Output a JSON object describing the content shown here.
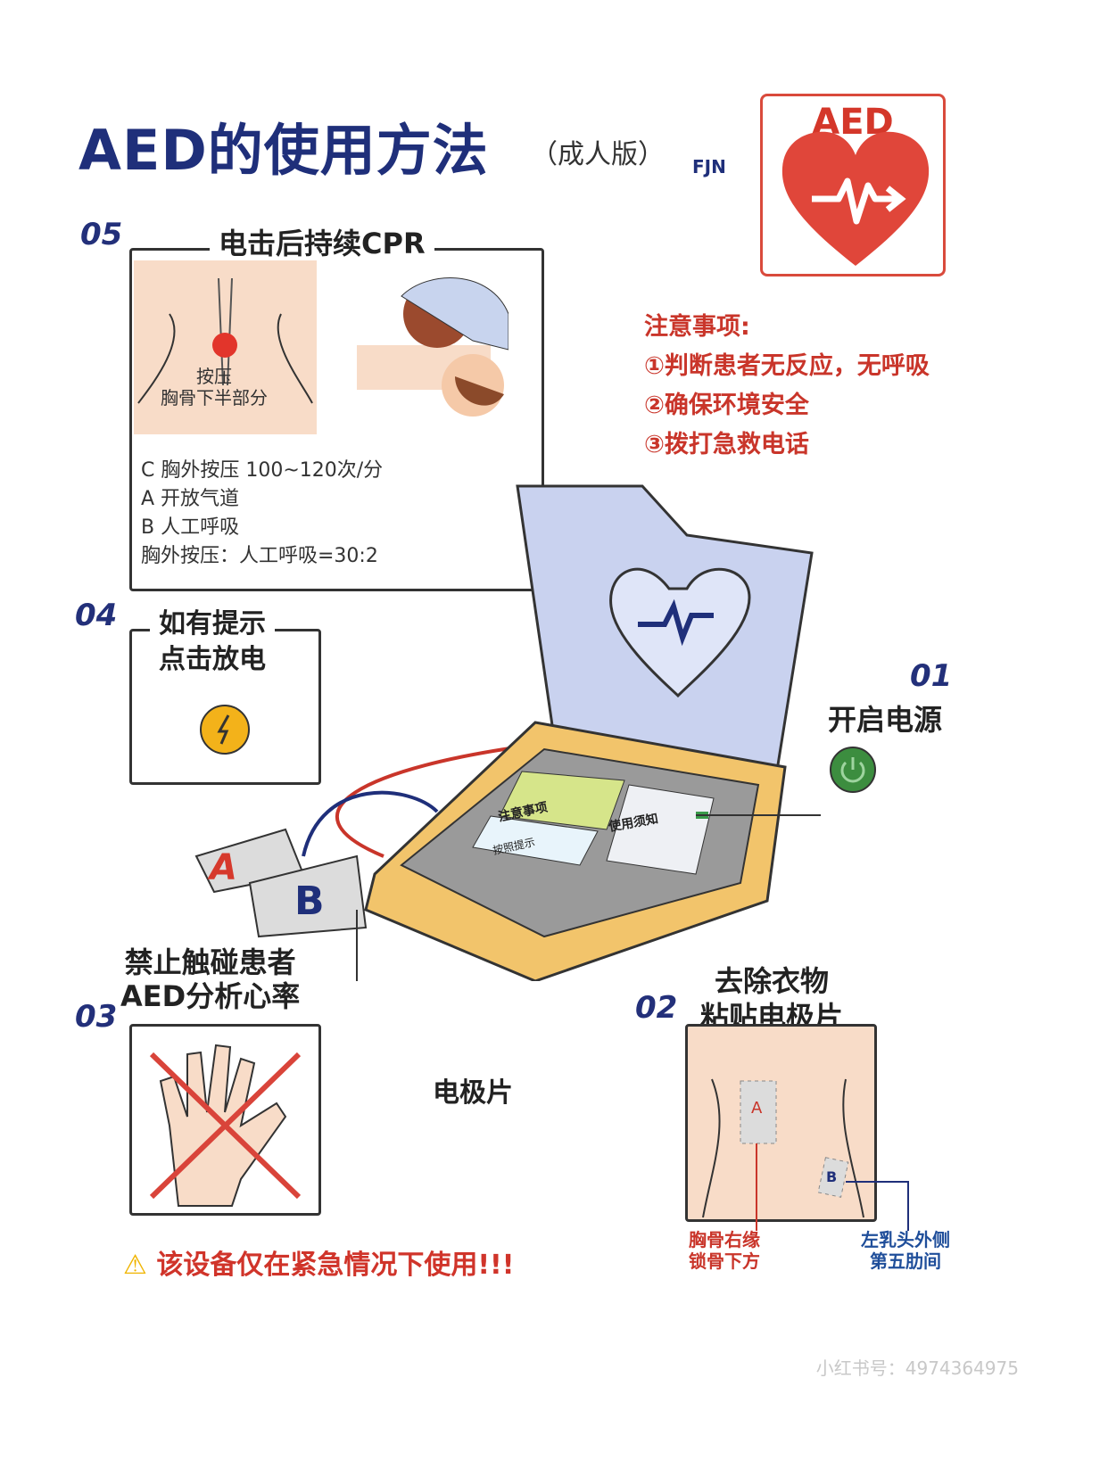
{
  "title": "AED的使用方法",
  "subtitle": "（成人版）",
  "brand": "FJN",
  "logo": {
    "text": "AED",
    "color": "#d4372a"
  },
  "notes": {
    "heading": "注意事项:",
    "items": [
      "①判断患者无反应，无呼吸",
      "②确保环境安全",
      "③拨打急救电话"
    ]
  },
  "steps": {
    "s1": {
      "num": "01",
      "label": "开启电源"
    },
    "s2": {
      "num": "02",
      "label_line1": "去除衣物",
      "label_line2": "粘贴电极片",
      "pad_a": "A",
      "pad_b": "B",
      "pos_a_line1": "胸骨右缘",
      "pos_a_line2": "锁骨下方",
      "pos_b_line1": "左乳头外侧",
      "pos_b_line2": "第五肋间"
    },
    "s3": {
      "num": "03",
      "label_line1": "禁止触碰患者",
      "label_line2": "AED分析心率"
    },
    "s4": {
      "num": "04",
      "label_line1": "如有提示",
      "label_line2": "点击放电"
    },
    "s5": {
      "num": "05",
      "label": "电击后持续CPR",
      "press_line1": "按压",
      "press_line2": "胸骨下半部分",
      "cpr_lines": [
        "C  胸外按压  100~120次/分",
        "A  开放气道",
        "B  人工呼吸",
        "胸外按压：人工呼吸=30:2"
      ]
    }
  },
  "device": {
    "screen_label1": "注意事项",
    "screen_label2": "使用须知",
    "screen_label3": "按照提示",
    "pad_a": "A",
    "pad_b": "B",
    "electrode_label": "电极片"
  },
  "warning": "该设备仅在紧急情况下使用!!!",
  "watermark": "小红书号：4974364975"
}
